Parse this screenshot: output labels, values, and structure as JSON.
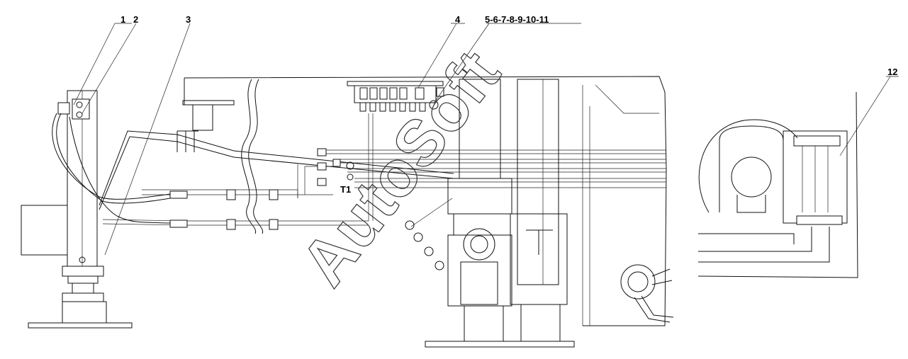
{
  "callouts": {
    "c1": "1",
    "c2": "2",
    "c3": "3",
    "c4": "4",
    "c5_11": "5-6-7-8-9-10-11",
    "c12": "12"
  },
  "labels": {
    "t1": "T1"
  },
  "watermark": "AutoSoft"
}
